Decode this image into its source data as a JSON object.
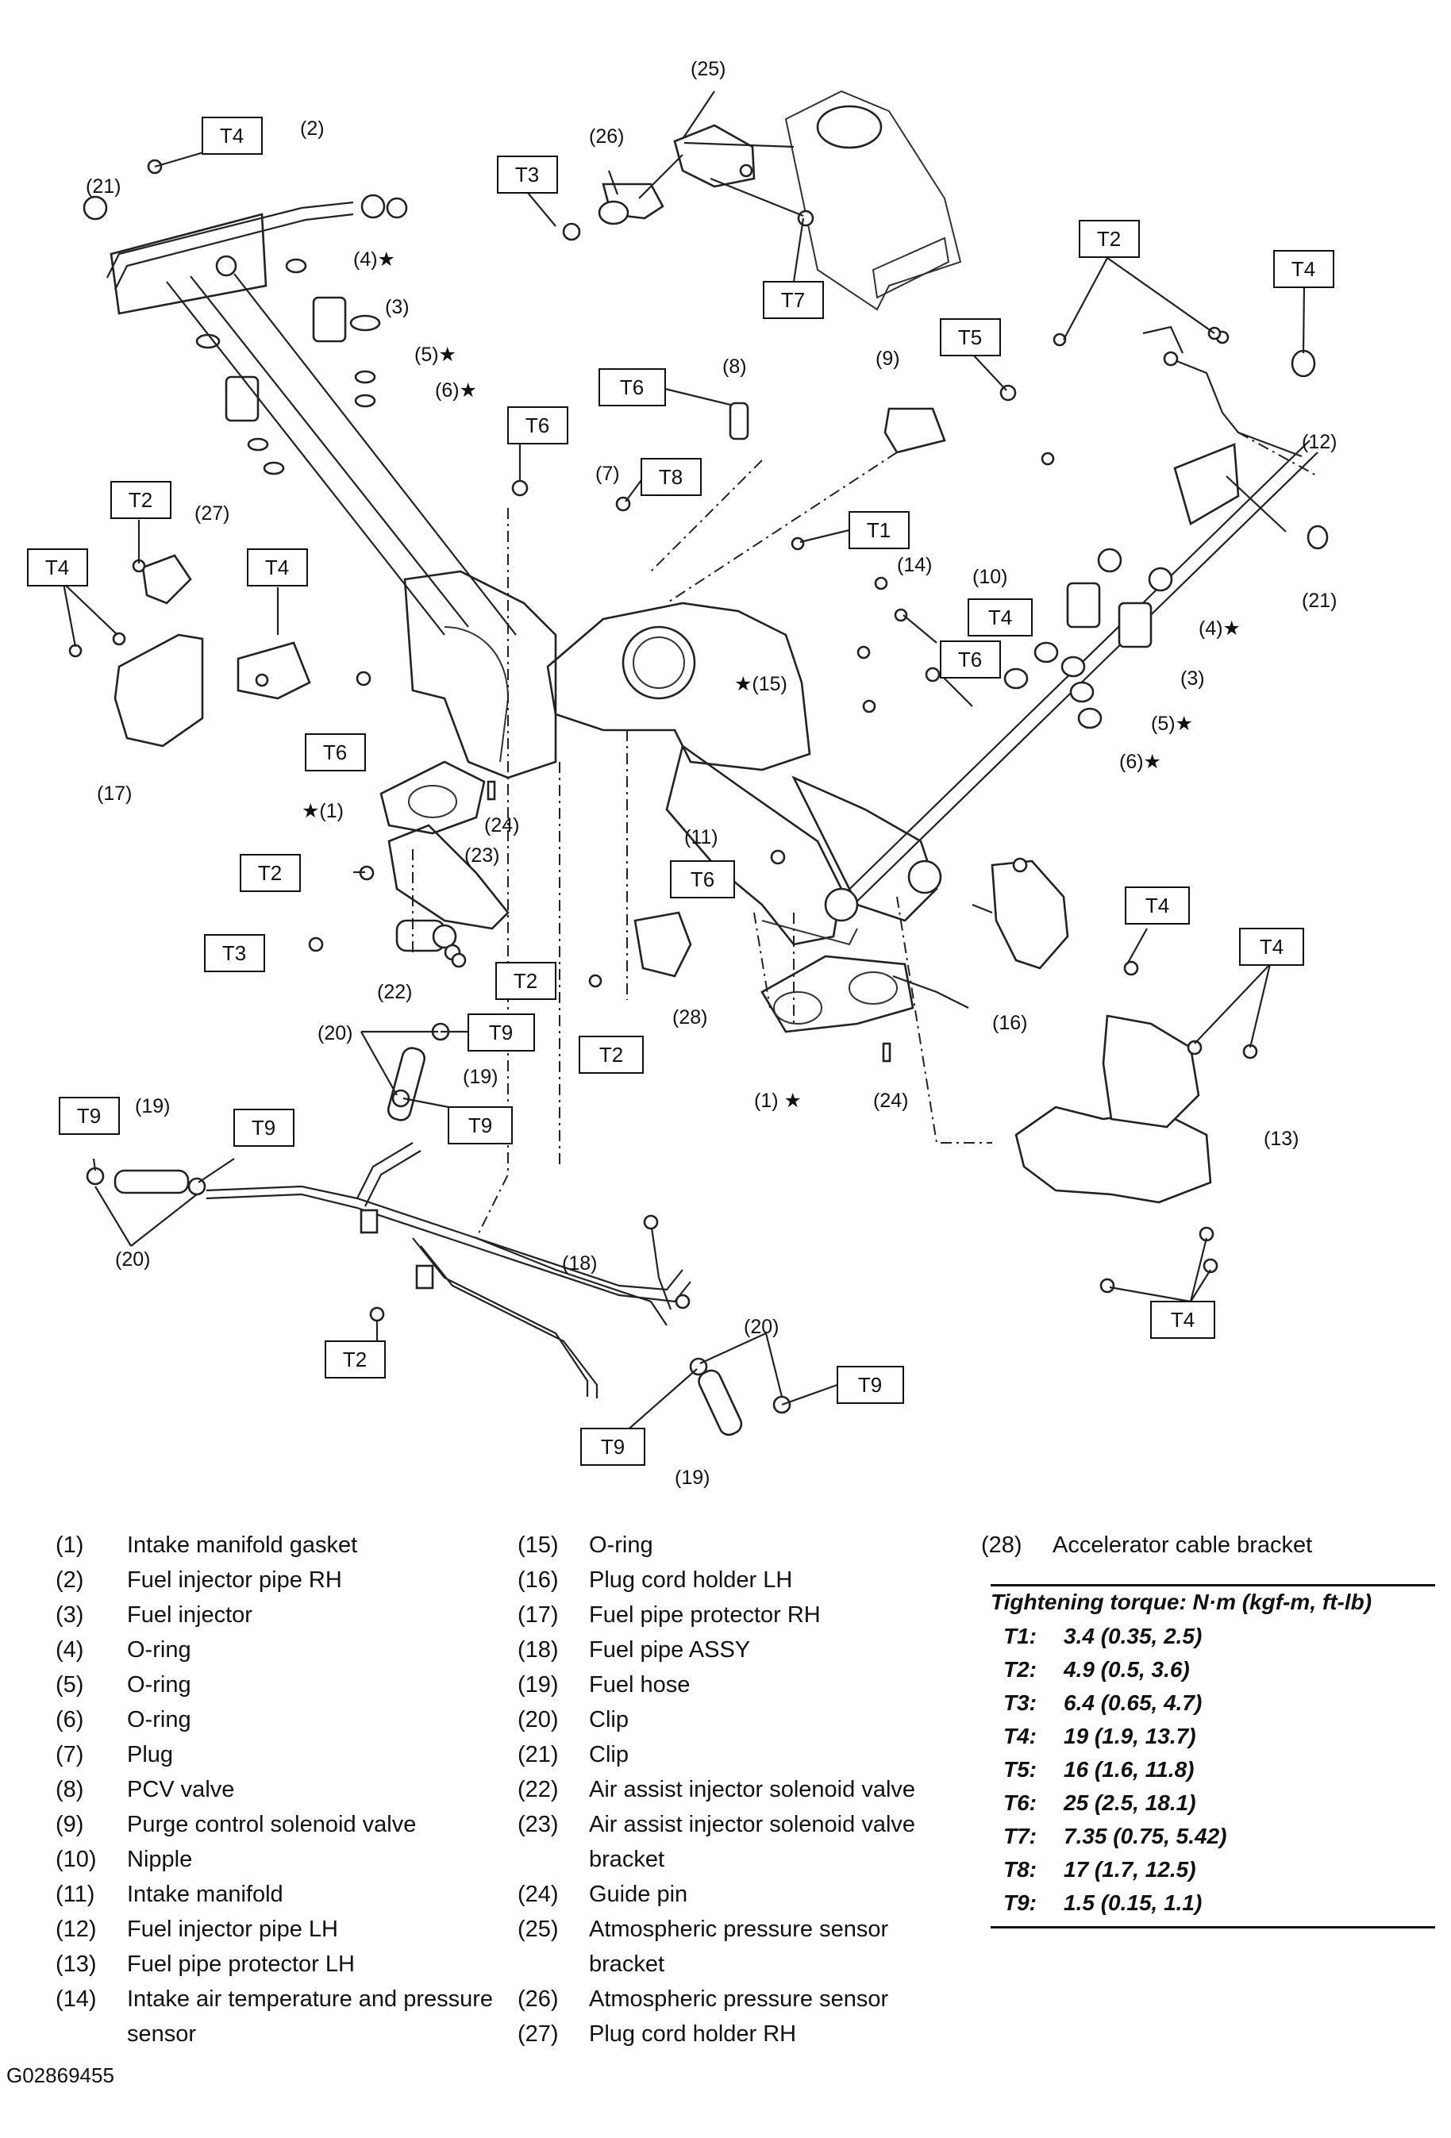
{
  "figure_code": "G02869455",
  "diagram": {
    "torque_boxes": {
      "t4_a": "T4",
      "t3_a": "T3",
      "t7": "T7",
      "t2_a": "T2",
      "t4_b": "T4",
      "t6_a": "T6",
      "t5": "T5",
      "t6_b": "T6",
      "t8": "T8",
      "t2_b": "T2",
      "t1": "T1",
      "t4_c": "T4",
      "t4_d": "T4",
      "t4_e": "T4",
      "t6_c": "T6",
      "t6_d": "T6",
      "t2_c": "T2",
      "t6_e": "T6",
      "t3_b": "T3",
      "t2_d": "T2",
      "t4_f": "T4",
      "t4_g": "T4",
      "t9_a": "T9",
      "t2_e": "T2",
      "t9_b": "T9",
      "t9_c": "T9",
      "t9_d": "T9",
      "t2_f": "T2",
      "t9_e": "T9",
      "t9_f": "T9",
      "t4_h": "T4"
    },
    "callouts": {
      "c25": "(25)",
      "c26": "(26)",
      "c2": "(2)",
      "c21a": "(21)",
      "c4a": "(4)★",
      "c3a": "(3)",
      "c5a": "(5)★",
      "c6a": "(6)★",
      "c8": "(8)",
      "c9": "(9)",
      "c12": "(12)",
      "c7": "(7)",
      "c27": "(27)",
      "c14": "(14)",
      "c10": "(10)",
      "c21b": "(21)",
      "c4b": "(4)★",
      "c15": "★(15)",
      "c3b": "(3)",
      "c5b": "(5)★",
      "c6b": "(6)★",
      "c17": "(17)",
      "c1a": "★(1)",
      "c24a": "(24)",
      "c11": "(11)",
      "c23": "(23)",
      "c22": "(22)",
      "c28": "(28)",
      "c16": "(16)",
      "c13": "(13)",
      "c20a": "(20)",
      "c19a": "(19)",
      "c1b": "(1) ★",
      "c24b": "(24)",
      "c19b": "(19)",
      "c20b": "(20)",
      "c18": "(18)",
      "c20c": "(20)",
      "c19c": "(19)"
    }
  },
  "legend": {
    "col1": [
      {
        "num": "(1)",
        "text": "Intake manifold gasket"
      },
      {
        "num": "(2)",
        "text": "Fuel injector pipe RH"
      },
      {
        "num": "(3)",
        "text": "Fuel injector"
      },
      {
        "num": "(4)",
        "text": "O-ring"
      },
      {
        "num": "(5)",
        "text": "O-ring"
      },
      {
        "num": "(6)",
        "text": "O-ring"
      },
      {
        "num": "(7)",
        "text": "Plug"
      },
      {
        "num": "(8)",
        "text": "PCV valve"
      },
      {
        "num": "(9)",
        "text": "Purge control solenoid valve"
      },
      {
        "num": "(10)",
        "text": "Nipple"
      },
      {
        "num": "(11)",
        "text": "Intake manifold"
      },
      {
        "num": "(12)",
        "text": "Fuel injector pipe LH"
      },
      {
        "num": "(13)",
        "text": "Fuel pipe protector LH"
      },
      {
        "num": "(14)",
        "text": "Intake air temperature and pressure sensor"
      }
    ],
    "col2": [
      {
        "num": "(15)",
        "text": "O-ring"
      },
      {
        "num": "(16)",
        "text": "Plug cord holder LH"
      },
      {
        "num": "(17)",
        "text": "Fuel pipe protector RH"
      },
      {
        "num": "(18)",
        "text": "Fuel pipe ASSY"
      },
      {
        "num": "(19)",
        "text": "Fuel hose"
      },
      {
        "num": "(20)",
        "text": "Clip"
      },
      {
        "num": "(21)",
        "text": "Clip"
      },
      {
        "num": "(22)",
        "text": "Air assist injector solenoid valve"
      },
      {
        "num": "(23)",
        "text": "Air assist injector solenoid valve bracket"
      },
      {
        "num": "(24)",
        "text": "Guide pin"
      },
      {
        "num": "(25)",
        "text": "Atmospheric pressure sensor bracket"
      },
      {
        "num": "(26)",
        "text": "Atmospheric pressure sensor"
      },
      {
        "num": "(27)",
        "text": "Plug cord holder RH"
      }
    ],
    "col3": [
      {
        "num": "(28)",
        "text": "Accelerator cable bracket"
      }
    ]
  },
  "torque_table": {
    "header": "Tightening torque: N·m (kgf-m, ft-lb)",
    "rows": [
      {
        "key": "T1:",
        "value": "3.4 (0.35, 2.5)"
      },
      {
        "key": "T2:",
        "value": "4.9 (0.5, 3.6)"
      },
      {
        "key": "T3:",
        "value": "6.4 (0.65, 4.7)"
      },
      {
        "key": "T4:",
        "value": "19 (1.9, 13.7)"
      },
      {
        "key": "T5:",
        "value": "16 (1.6, 11.8)"
      },
      {
        "key": "T6:",
        "value": "25 (2.5, 18.1)"
      },
      {
        "key": "T7:",
        "value": "7.35 (0.75, 5.42)"
      },
      {
        "key": "T8:",
        "value": "17 (1.7, 12.5)"
      },
      {
        "key": "T9:",
        "value": "1.5 (0.15, 1.1)"
      }
    ]
  }
}
